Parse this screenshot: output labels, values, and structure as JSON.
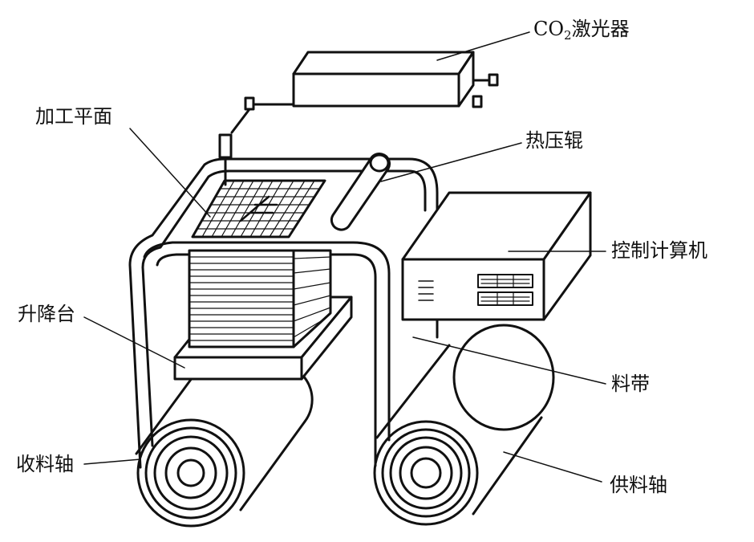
{
  "labels": {
    "co2_prefix": "CO",
    "co2_sub": "2",
    "co2_suffix": "激光器",
    "processing_plane": "加工平面",
    "hot_press_roller": "热压辊",
    "control_computer": "控制计算机",
    "lifting_platform": "升降台",
    "material_strip": "料带",
    "take_up_shaft": "收料轴",
    "supply_shaft": "供料轴"
  },
  "colors": {
    "stroke": "#111111",
    "fill": "#ffffff",
    "text": "#111111"
  }
}
